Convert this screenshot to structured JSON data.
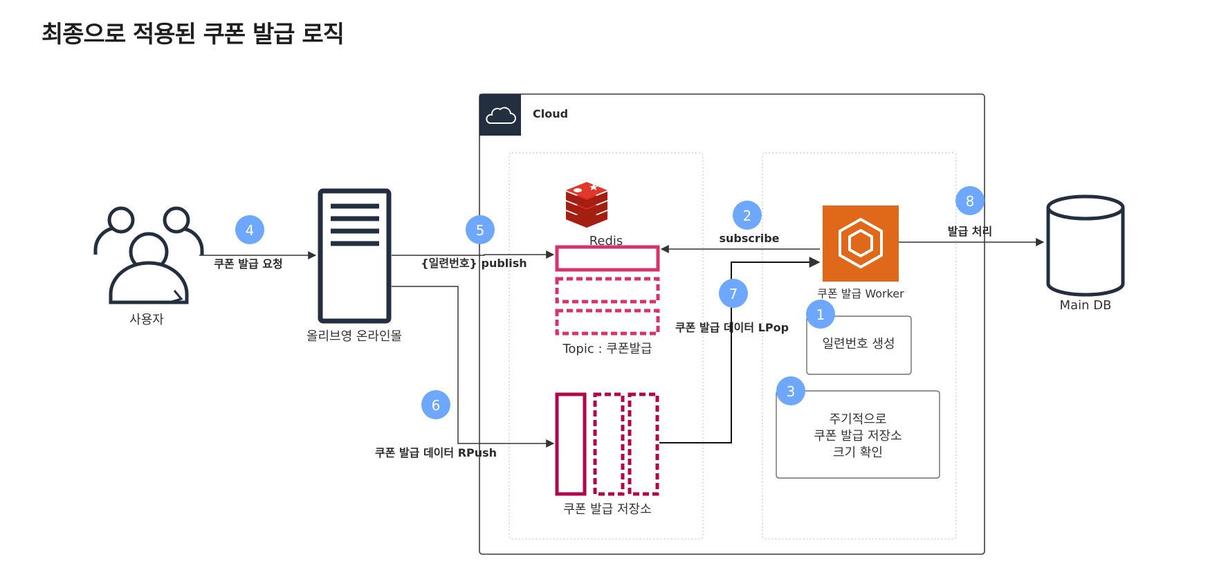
{
  "title": "최종으로 적용된 쿠폰 발급 로직",
  "cloud": {
    "label": "Cloud"
  },
  "actors": {
    "user": "사용자",
    "mall": "올리브영 온라인몰",
    "redis": "Redis",
    "topic": "Topic : 쿠폰발급",
    "store": "쿠폰 발급 저장소",
    "worker": "쿠폰 발급 Worker",
    "db": "Main DB"
  },
  "edges": {
    "request": "쿠폰 발급 요청",
    "publish": "{일련번호} publish",
    "rpush": "쿠폰 발급 데이터 RPush",
    "subscribe": "subscribe",
    "lpop": "쿠폰 발급 데이터 LPop",
    "process": "발급 처리"
  },
  "notes": {
    "serial": "일련번호 생성",
    "check_line1": "주기적으로",
    "check_line2": "쿠폰 발급 저장소",
    "check_line3": "크기 확인"
  },
  "steps": [
    "1",
    "2",
    "3",
    "4",
    "5",
    "6",
    "7",
    "8"
  ],
  "colors": {
    "redis_red": "#d82c20",
    "topic_pink": "#d6336c",
    "store_crimson": "#b0084a",
    "worker_orange": "#e0681a",
    "badge_blue": "#6ea8fe",
    "cloud_header": "#232f3e"
  }
}
